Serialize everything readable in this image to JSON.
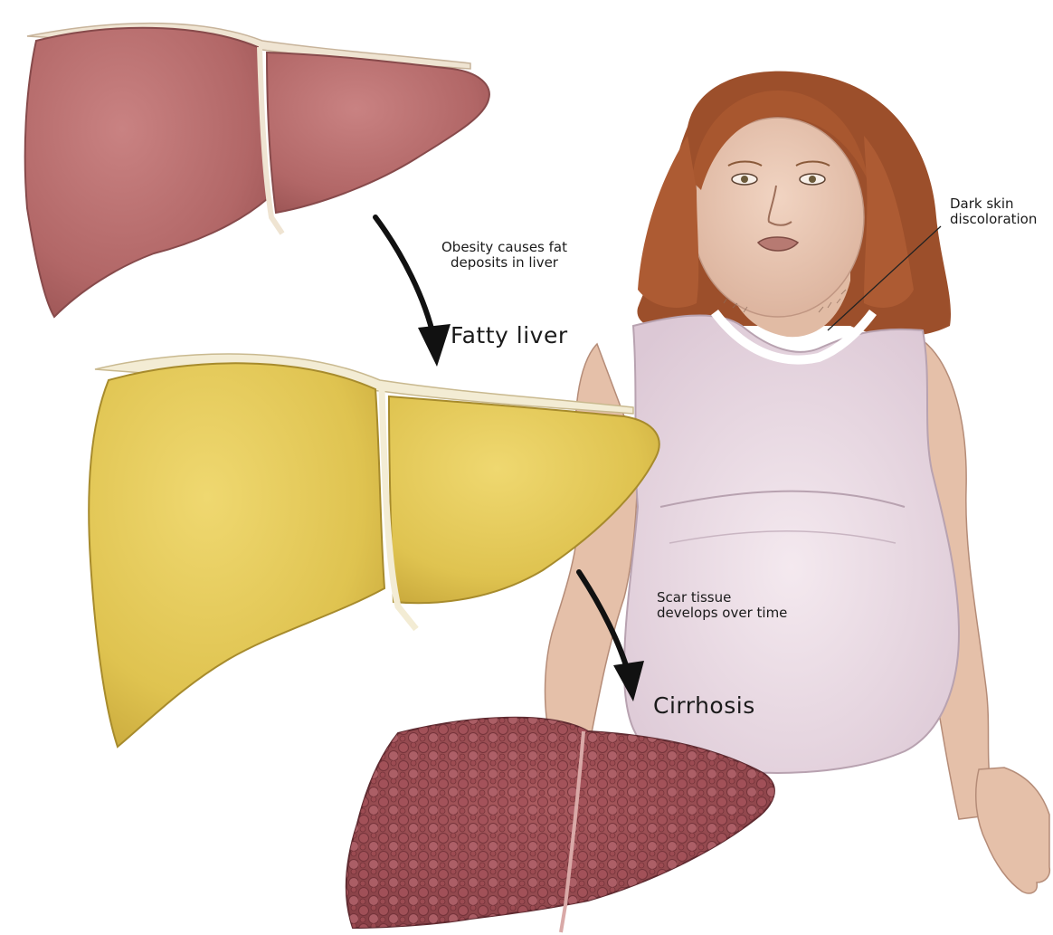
{
  "labels": {
    "obesity_note_line1": "Obesity causes fat",
    "obesity_note_line2": "deposits in liver",
    "fatty_liver": "Fatty liver",
    "scar_note_line1": "Scar tissue",
    "scar_note_line2": "develops over time",
    "cirrhosis": "Cirrhosis",
    "dark_skin_line1": "Dark skin",
    "dark_skin_line2": "discoloration"
  },
  "colors": {
    "healthy_liver": "#b4696a",
    "fatty_liver": "#e2c553",
    "cirrhotic_liver": "#9a4a4e",
    "skin": "#e9c7b3",
    "hair": "#a8572f",
    "shirt": "#ecdde6",
    "arrow": "#111111",
    "text": "#1a1a1a"
  }
}
